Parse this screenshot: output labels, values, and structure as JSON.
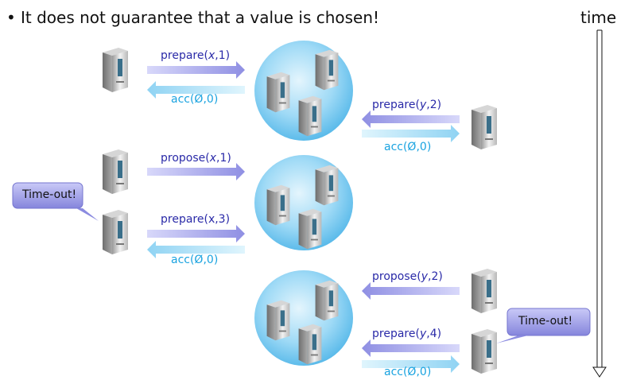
{
  "bullet": {
    "symbol": "•",
    "text": "It does not guarantee that a value is chosen!"
  },
  "timeline": {
    "label": "time"
  },
  "callouts": [
    "Time-out!",
    "Time-out!"
  ],
  "messages": [
    {
      "name": "prepare",
      "arg": "x",
      "num": "1",
      "style": "italic"
    },
    {
      "text": "acc(Ø,0)"
    },
    {
      "name": "prepare",
      "arg": "y",
      "num": "2",
      "style": "italic"
    },
    {
      "text": "acc(Ø,0)"
    },
    {
      "name": "propose",
      "arg": "x",
      "num": "1",
      "style": "italic"
    },
    {
      "text": "prepare(x,3)"
    },
    {
      "text": "acc(Ø,0)"
    },
    {
      "name": "propose",
      "arg": "y",
      "num": "2",
      "style": "italic"
    },
    {
      "name": "prepare",
      "arg": "y",
      "num": "4",
      "style": "italic"
    },
    {
      "text": "acc(Ø,0)"
    }
  ],
  "colors": {
    "request_arrow": "#9b9be8",
    "reply_arrow": "#9fdcf5",
    "cluster": "#6fc6ef",
    "callout": "#8a8ae0"
  }
}
